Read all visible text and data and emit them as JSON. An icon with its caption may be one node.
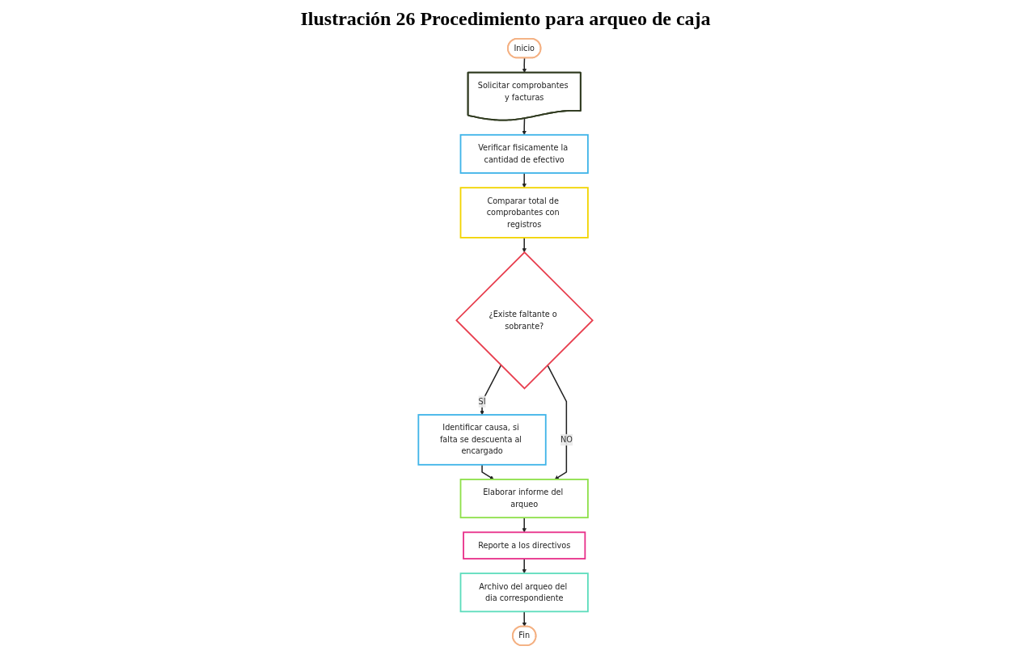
{
  "diagram": {
    "title": "Ilustración 26 Procedimiento para arqueo de caja",
    "nodes": [
      {
        "text": [
          "Inicio"
        ]
      },
      {
        "text": [
          "Solicitar comprobantes y facturas"
        ]
      },
      {
        "text": [
          "Verificar fisicamente la cantidad de efectivo"
        ]
      },
      {
        "text": [
          "Comparar total de comprobantes con registros"
        ]
      },
      {
        "text": [
          "¿Existe faltante o sobrante?"
        ]
      },
      {
        "text": [
          "Identificar causa, si falta se descuenta al encargado"
        ]
      },
      {
        "text": [
          "Elaborar informe del arqueo"
        ]
      },
      {
        "text": [
          "Reporte a los directivos"
        ]
      },
      {
        "text": [
          "Archivo del arqueo del dia correspondiente"
        ]
      },
      {
        "text": [
          "Fin"
        ]
      }
    ],
    "edges": [
      {
        "from": 0,
        "to": 1,
        "arrow": "to"
      },
      {
        "from": 1,
        "to": 2,
        "arrow": "to"
      },
      {
        "from": 2,
        "to": 3,
        "arrow": "to"
      },
      {
        "from": 3,
        "to": 4,
        "arrow": "to"
      },
      {
        "from": 4,
        "to": 5,
        "label": "SI",
        "arrow": "to"
      },
      {
        "from": 5,
        "to": 6,
        "arrow": "to"
      },
      {
        "from": 4,
        "to": 6,
        "label": "NO",
        "arrow": "to"
      },
      {
        "from": 6,
        "to": 7,
        "arrow": "to"
      },
      {
        "from": 7,
        "to": 8,
        "arrow": "to"
      },
      {
        "from": 8,
        "to": 9,
        "arrow": "to"
      }
    ]
  }
}
